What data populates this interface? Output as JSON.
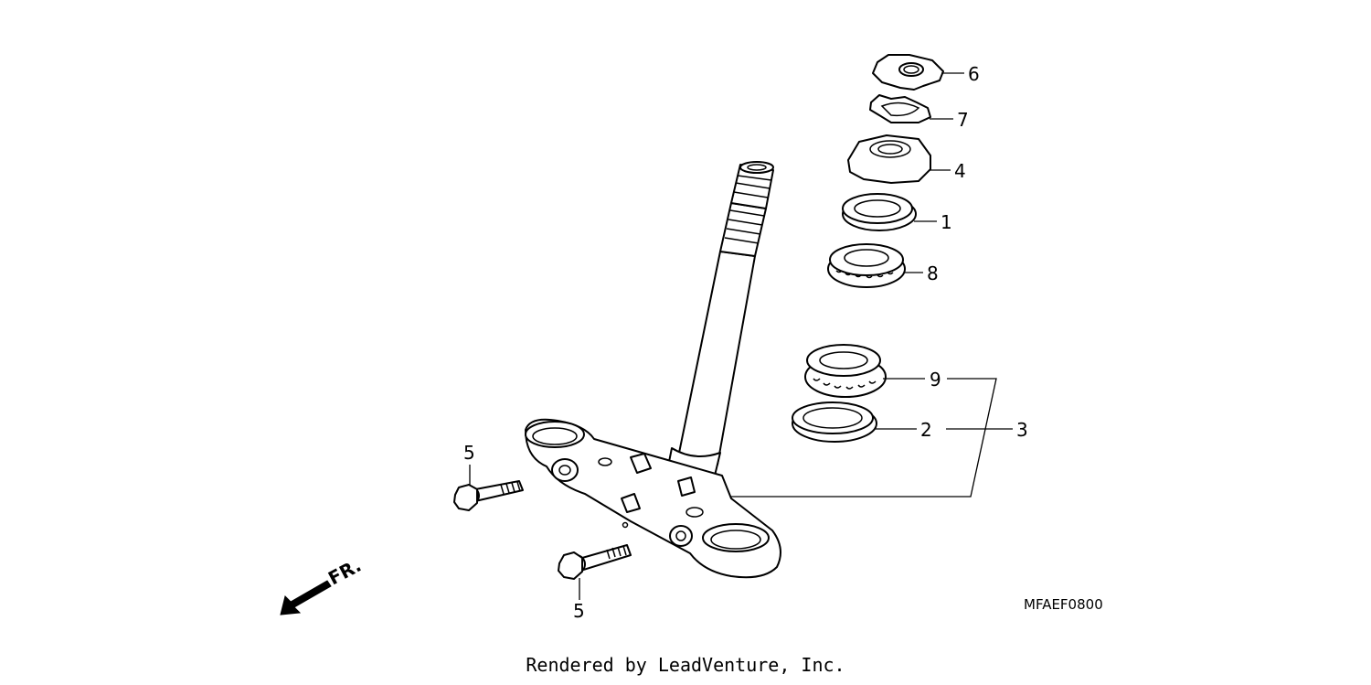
{
  "diagram": {
    "callouts": {
      "c6": "6",
      "c7": "7",
      "c4": "4",
      "c1": "1",
      "c8": "8",
      "c9": "9",
      "c2": "2",
      "c3": "3",
      "c5a": "5",
      "c5b": "5"
    },
    "diagram_code": "MFAEF0800",
    "direction_label": "FR."
  },
  "footer": {
    "text": "Rendered by LeadVenture, Inc."
  },
  "colors": {
    "line": "#000000",
    "background": "#ffffff"
  }
}
